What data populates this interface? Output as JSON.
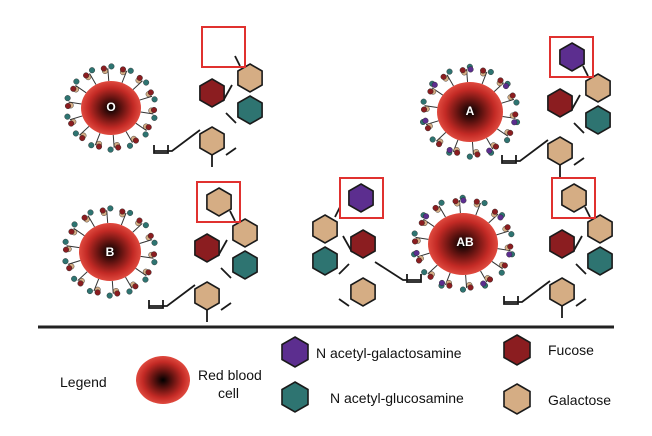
{
  "colors": {
    "galactose": "#d5ad84",
    "glucosamine": "#2e7471",
    "galactosamine": "#5c2e8f",
    "fucose": "#8b1d20",
    "cell_red": "#d8352f",
    "highlight": "#e0312f",
    "outline": "#1a1a1a"
  },
  "blood_types": {
    "o": {
      "label": "O"
    },
    "a": {
      "label": "A"
    },
    "b": {
      "label": "B"
    },
    "ab": {
      "label": "AB"
    }
  },
  "legend": {
    "title": "Legend",
    "red_blood_cell_line1": "Red blood",
    "red_blood_cell_line2": "cell",
    "galactosamine": "N acetyl-galactosamine",
    "glucosamine": "N acetyl-glucosamine",
    "fucose": "Fucose",
    "galactose": "Galactose"
  }
}
